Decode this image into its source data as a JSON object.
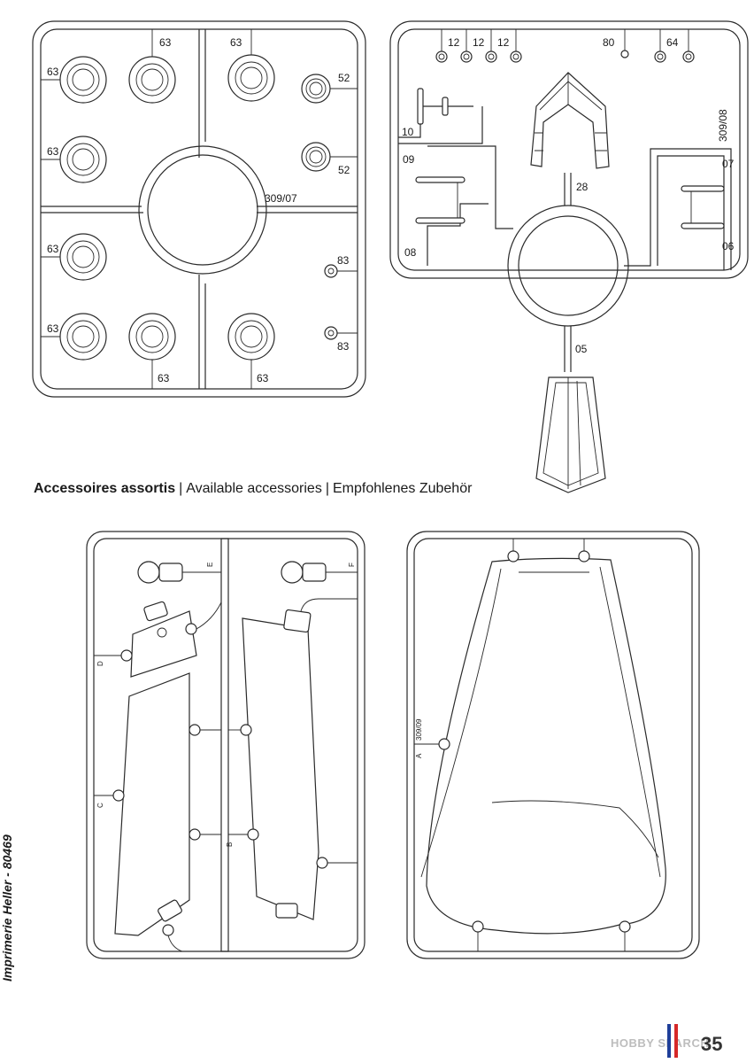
{
  "sprue_309_07": {
    "code": "309/07",
    "labels": [
      "63",
      "63",
      "63",
      "52",
      "63",
      "52",
      "63",
      "83",
      "63",
      "83",
      "63",
      "63"
    ]
  },
  "sprue_309_08": {
    "code": "309/08",
    "labels": [
      "12",
      "12",
      "12",
      "80",
      "64",
      "10",
      "09",
      "07",
      "28",
      "08",
      "06",
      "05"
    ]
  },
  "accessories_sprue_left": {
    "labels": [
      "E",
      "F",
      "D",
      "C",
      "B"
    ]
  },
  "accessories_sprue_right": {
    "code": "309/09",
    "labels": [
      "A"
    ]
  },
  "caption": {
    "fr": "Accessoires assortis",
    "separator": "|",
    "en": "Available accessories",
    "de": "Empfohlenes Zubehör"
  },
  "side_note": "Imprimerie Heller - 80469",
  "watermark": "HOBBY SEARCH",
  "page_number": "35",
  "colors": {
    "line": "#2a2a2a",
    "flag_blue": "#1f3f99",
    "flag_white": "#ffffff",
    "flag_red": "#d62828"
  }
}
